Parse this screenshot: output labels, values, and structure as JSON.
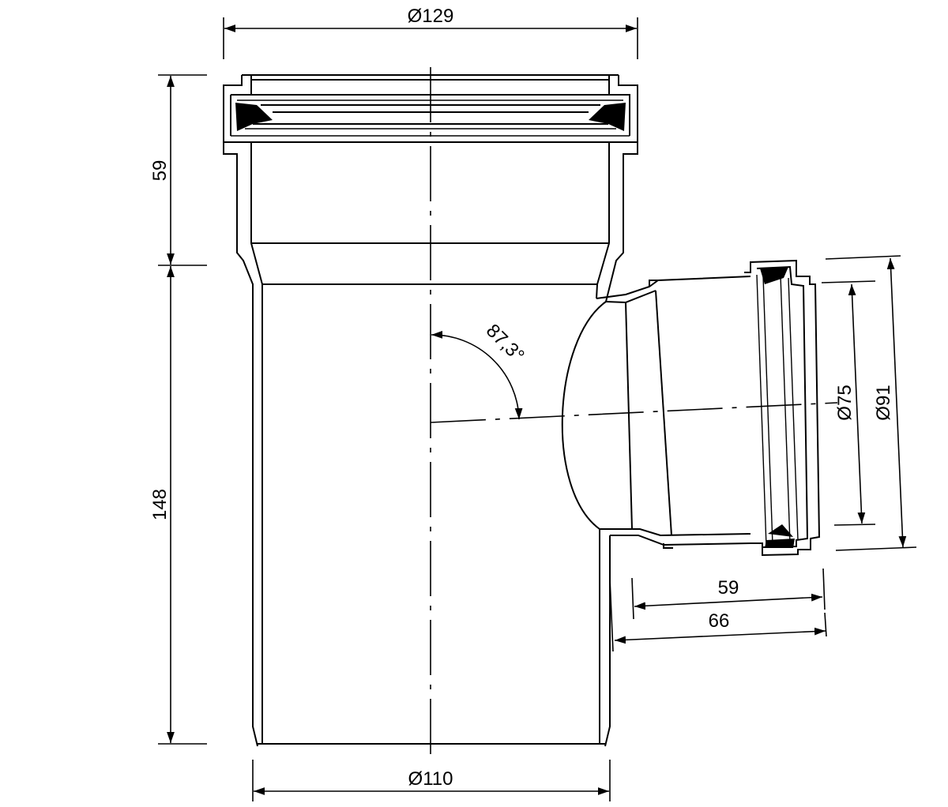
{
  "drawing": {
    "title": "",
    "dimensions": {
      "top_socket_diameter": "Ø129",
      "main_pipe_diameter": "Ø110",
      "socket_depth": "59",
      "body_length": "148",
      "branch_inner_diameter": "Ø75",
      "branch_outer_diameter": "Ø91",
      "branch_socket_depth": "59",
      "branch_length": "66",
      "branch_angle": "87,3°"
    }
  }
}
